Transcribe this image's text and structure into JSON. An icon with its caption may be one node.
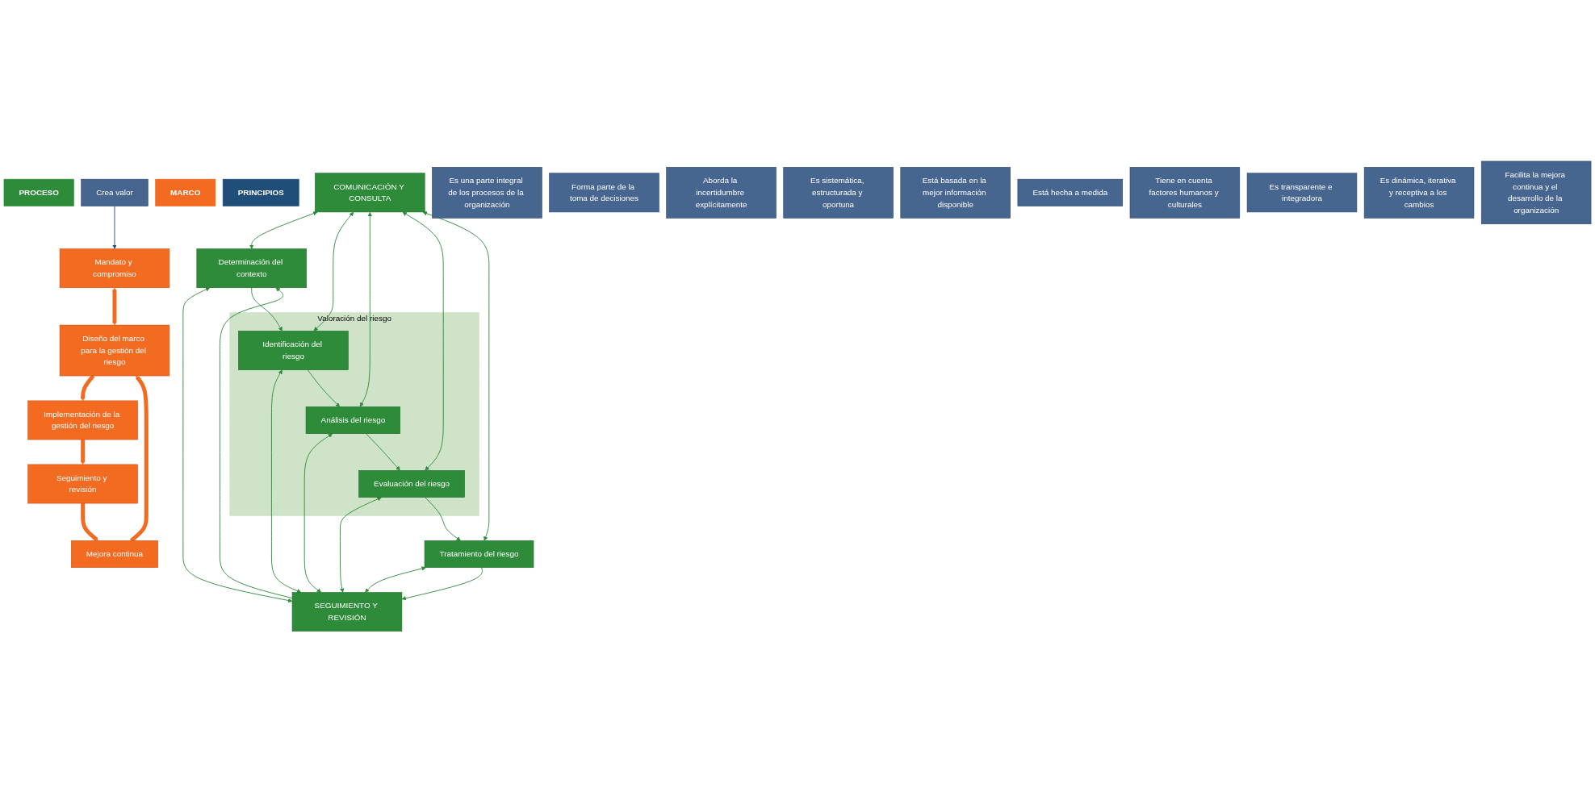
{
  "diagram": {
    "nodes": [
      {
        "text": [
          "PRINCIPIOS"
        ]
      },
      {
        "text": [
          "Crea valor"
        ]
      },
      {
        "text": [
          "Es una parte integral de los procesos de la organización"
        ]
      },
      {
        "text": [
          "Forma parte de la toma de decisiones"
        ]
      },
      {
        "text": [
          "Aborda la incertidumbre explícitamente"
        ]
      },
      {
        "text": [
          "Es sistemática, estructurada y oportuna"
        ]
      },
      {
        "text": [
          "Está basada en la mejor información disponible"
        ]
      },
      {
        "text": [
          "Está hecha a medida"
        ]
      },
      {
        "text": [
          "Tiene en cuenta factores humanos y culturales"
        ]
      },
      {
        "text": [
          "Es transparente e integradora"
        ]
      },
      {
        "text": [
          "Es dinámica, iterativa y receptiva a los cambios"
        ]
      },
      {
        "text": [
          "Facilita la mejora continua y el desarrollo de la organización"
        ]
      },
      {
        "text": [
          "MARCO"
        ]
      },
      {
        "text": [
          "Mandato y compromiso"
        ]
      },
      {
        "text": [
          "Diseño del marco para la gestión del riesgo"
        ]
      },
      {
        "text": [
          "Implementación de la gestión del riesgo"
        ]
      },
      {
        "text": [
          "Seguimiento y revisión"
        ]
      },
      {
        "text": [
          "Mejora continua"
        ]
      },
      {
        "text": [
          "PROCESO"
        ]
      },
      {
        "text": [
          "COMUNICACIÓN Y CONSULTA"
        ]
      },
      {
        "text": [
          "Determinación del contexto"
        ]
      },
      {
        "text": [
          "Valoración del riesgo"
        ]
      },
      {
        "text": [
          "Identificación del riesgo"
        ],
        "in": 21
      },
      {
        "text": [
          "Análisis del riesgo"
        ],
        "in": 21
      },
      {
        "text": [
          "Evaluación del riesgo"
        ],
        "in": 21
      },
      {
        "text": [
          "Tratamiento del riesgo"
        ]
      },
      {
        "text": [
          "SEGUIMIENTO Y REVISIÓN"
        ]
      }
    ],
    "edges": [
      {
        "from": 1,
        "to": 13,
        "arrow": "to",
        "color": "#1f4e79"
      },
      {
        "from": 13,
        "to": 14,
        "arrow": "both",
        "style": "thick",
        "color": "#f26b21"
      },
      {
        "from": 14,
        "to": 15,
        "arrow": "to",
        "style": "thick",
        "color": "#f26b21"
      },
      {
        "from": 15,
        "to": 16,
        "arrow": "to",
        "style": "thick",
        "color": "#f26b21"
      },
      {
        "from": 16,
        "to": 17,
        "arrow": "to",
        "style": "thick",
        "color": "#f26b21"
      },
      {
        "from": 17,
        "to": 14,
        "arrow": "to",
        "style": "thick",
        "color": "#f26b21"
      },
      {
        "from": 19,
        "to": 20,
        "arrow": "both"
      },
      {
        "from": 19,
        "to": 22,
        "arrow": "both"
      },
      {
        "from": 19,
        "to": 23,
        "arrow": "both"
      },
      {
        "from": 19,
        "to": 24,
        "arrow": "both"
      },
      {
        "from": 19,
        "to": 25,
        "arrow": "both"
      },
      {
        "from": 20,
        "to": 26,
        "arrow": "both"
      },
      {
        "from": 22,
        "to": 26,
        "arrow": "both"
      },
      {
        "from": 23,
        "to": 26,
        "arrow": "both"
      },
      {
        "from": 24,
        "to": 26,
        "arrow": "both"
      },
      {
        "from": 25,
        "to": 26,
        "arrow": "both"
      },
      {
        "from": 20,
        "to": 22,
        "arrow": "to"
      },
      {
        "from": 22,
        "to": 23,
        "arrow": "to"
      },
      {
        "from": 23,
        "to": 24,
        "arrow": "to"
      },
      {
        "from": 24,
        "to": 25,
        "arrow": "to"
      },
      {
        "from": 26,
        "to": 20,
        "arrow": "to"
      },
      {
        "from": 25,
        "to": 26,
        "arrow": "to"
      }
    ]
  }
}
